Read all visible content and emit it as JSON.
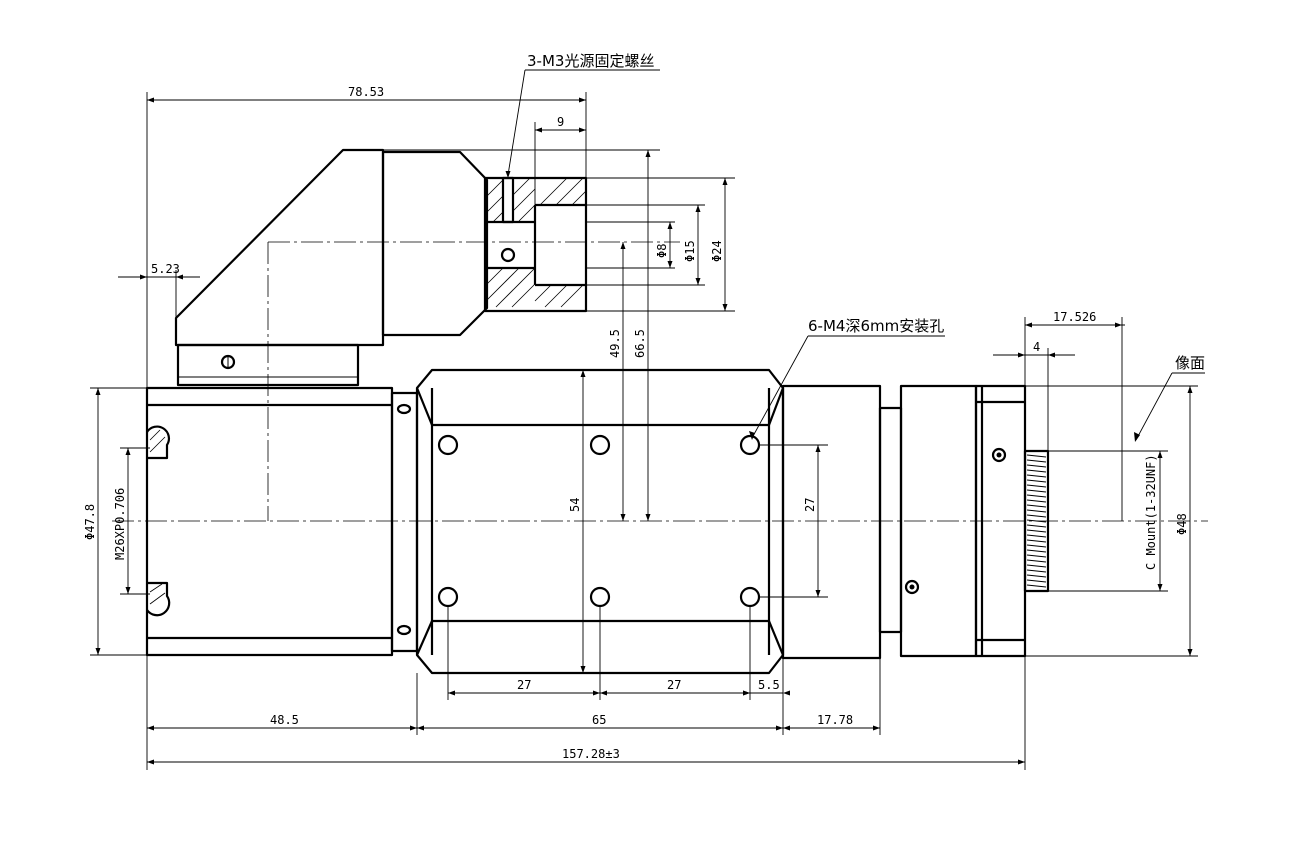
{
  "notes": {
    "light_source_screws": "3-M3光源固定螺丝",
    "mount_holes": "6-M4深6mm安装孔",
    "image_plane": "像面"
  },
  "dimensions": {
    "top_width": "78.53",
    "screw_offset": "9",
    "left_offset": "5.23",
    "dia_8": "Φ8",
    "dia_15": "Φ15",
    "dia_24": "Φ24",
    "height_49_5": "49.5",
    "height_66_5": "66.5",
    "flange_17_526": "17.526",
    "flange_4": "4",
    "dia_47_8": "Φ47.8",
    "thread_m26": "M26XP0.706",
    "height_54": "54",
    "hole_pitch_27_v": "27",
    "c_mount": "C Mount(1-32UNF)",
    "dia_48": "Φ48",
    "hole_pitch_27_a": "27",
    "hole_pitch_27_b": "27",
    "edge_5_5": "5.5",
    "len_48_5": "48.5",
    "len_65": "65",
    "len_17_78": "17.78",
    "total_length": "157.28±3"
  }
}
